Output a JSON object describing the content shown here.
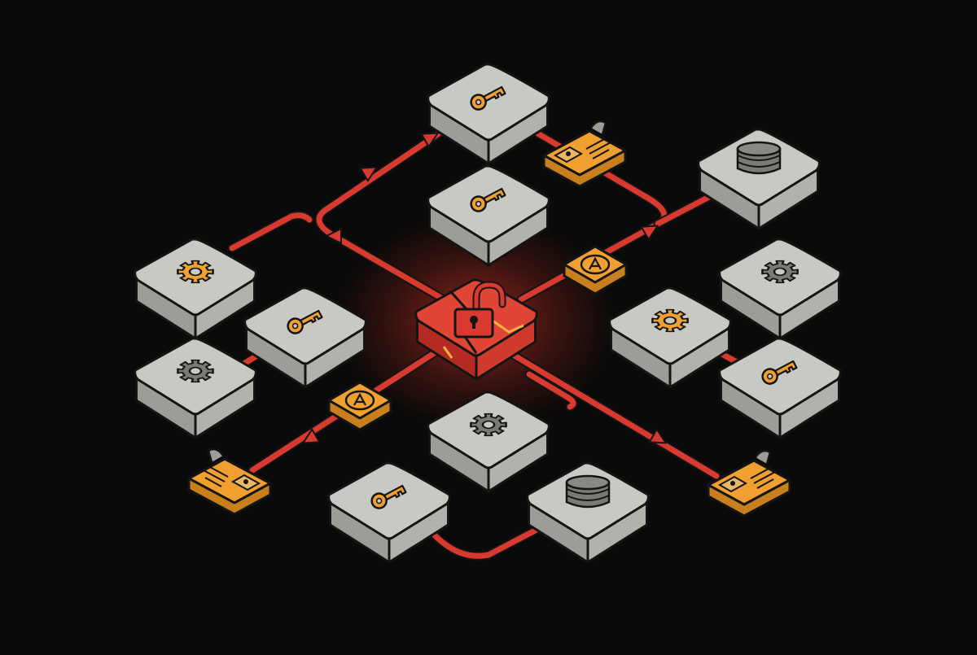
{
  "diagram": {
    "nodes": [
      {
        "id": "key-top",
        "kind": "server",
        "icon": "key-icon",
        "icon_color": "#f0a030"
      },
      {
        "id": "key-top-mid",
        "kind": "server",
        "icon": "key-icon",
        "icon_color": "#f0a030"
      },
      {
        "id": "db-right",
        "kind": "server",
        "icon": "database-icon",
        "icon_color": "#7a7a74"
      },
      {
        "id": "gear-left",
        "kind": "server",
        "icon": "gear-icon",
        "icon_color": "#f0a030"
      },
      {
        "id": "key-left",
        "kind": "server",
        "icon": "key-icon",
        "icon_color": "#f0a030"
      },
      {
        "id": "gear-far-left",
        "kind": "server",
        "icon": "gear-icon",
        "icon_color": "#7a7a74"
      },
      {
        "id": "gear-right-top",
        "kind": "server",
        "icon": "gear-icon",
        "icon_color": "#7a7a74"
      },
      {
        "id": "gear-right-mid",
        "kind": "server",
        "icon": "gear-icon",
        "icon_color": "#f0a030"
      },
      {
        "id": "key-right",
        "kind": "server",
        "icon": "key-icon",
        "icon_color": "#f0a030"
      },
      {
        "id": "gear-bottom",
        "kind": "server",
        "icon": "gear-icon",
        "icon_color": "#7a7a74"
      },
      {
        "id": "key-bottom",
        "kind": "server",
        "icon": "key-icon",
        "icon_color": "#f0a030"
      },
      {
        "id": "db-bottom",
        "kind": "server",
        "icon": "database-icon",
        "icon_color": "#7a7a74"
      },
      {
        "id": "breached-core",
        "kind": "compromised",
        "icon": "unlocked-padlock-icon",
        "icon_color": "#d93a30"
      }
    ],
    "badges": [
      {
        "id": "token-upper",
        "icon": "token-badge-icon"
      },
      {
        "id": "token-lower",
        "icon": "token-badge-icon"
      },
      {
        "id": "id-card-top",
        "icon": "id-card-icon"
      },
      {
        "id": "id-card-left",
        "icon": "id-card-icon"
      },
      {
        "id": "id-card-right",
        "icon": "id-card-icon"
      }
    ],
    "colors": {
      "background": "#0b0a0a",
      "tile_top": "#c9c9c3",
      "tile_side": "#9d9d97",
      "outline": "#141414",
      "accent_orange": "#f0a030",
      "arrow_red": "#d93a30",
      "breach_red": "#e04535"
    }
  }
}
